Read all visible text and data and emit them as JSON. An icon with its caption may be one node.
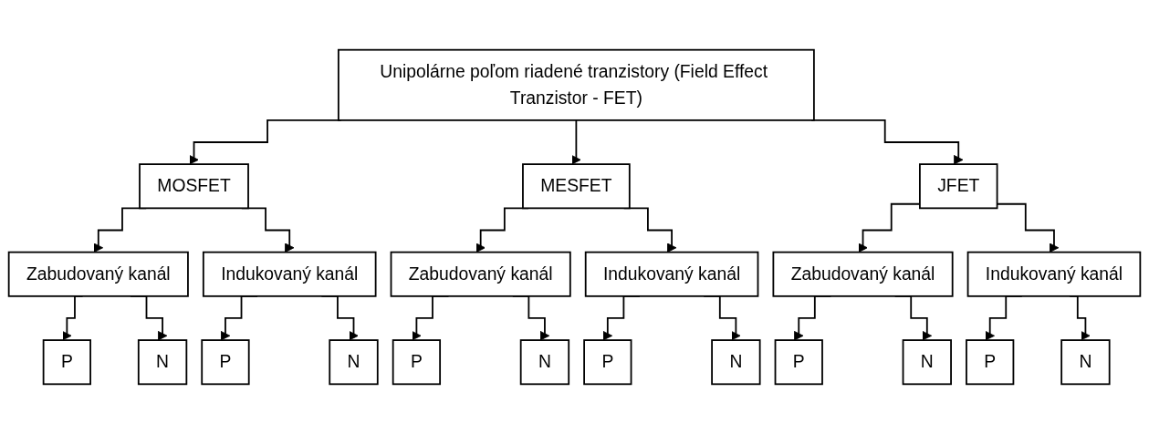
{
  "diagram": {
    "nodes": [
      {
        "text": [
          "Unipolárne poľom riadené tranzistory (Field Effect Tranzistor - FET)"
        ]
      },
      {
        "text": [
          "MOSFET"
        ]
      },
      {
        "text": [
          "MESFET"
        ]
      },
      {
        "text": [
          "JFET"
        ]
      },
      {
        "text": [
          "Zabudovaný kanál"
        ]
      },
      {
        "text": [
          "Indukovaný kanál"
        ]
      },
      {
        "text": [
          "Zabudovaný kanál"
        ]
      },
      {
        "text": [
          "Indukovaný kanál"
        ]
      },
      {
        "text": [
          "Zabudovaný kanál"
        ]
      },
      {
        "text": [
          "Indukovaný kanál"
        ]
      },
      {
        "text": [
          "P"
        ]
      },
      {
        "text": [
          "N"
        ]
      },
      {
        "text": [
          "P"
        ]
      },
      {
        "text": [
          "N"
        ]
      },
      {
        "text": [
          "P"
        ]
      },
      {
        "text": [
          "N"
        ]
      },
      {
        "text": [
          "P"
        ]
      },
      {
        "text": [
          "N"
        ]
      },
      {
        "text": [
          "P"
        ]
      },
      {
        "text": [
          "N"
        ]
      },
      {
        "text": [
          "P"
        ]
      },
      {
        "text": [
          "N"
        ]
      }
    ],
    "edges": [
      {
        "from": 0,
        "to": 1,
        "arrow": "to"
      },
      {
        "from": 0,
        "to": 2,
        "arrow": "to"
      },
      {
        "from": 0,
        "to": 3,
        "arrow": "to"
      },
      {
        "from": 1,
        "to": 4,
        "arrow": "to"
      },
      {
        "from": 1,
        "to": 5,
        "arrow": "to"
      },
      {
        "from": 2,
        "to": 6,
        "arrow": "to"
      },
      {
        "from": 2,
        "to": 7,
        "arrow": "to"
      },
      {
        "from": 3,
        "to": 8,
        "arrow": "to"
      },
      {
        "from": 3,
        "to": 9,
        "arrow": "to"
      },
      {
        "from": 4,
        "to": 10,
        "arrow": "to"
      },
      {
        "from": 4,
        "to": 11,
        "arrow": "to"
      },
      {
        "from": 5,
        "to": 12,
        "arrow": "to"
      },
      {
        "from": 5,
        "to": 13,
        "arrow": "to"
      },
      {
        "from": 6,
        "to": 14,
        "arrow": "to"
      },
      {
        "from": 6,
        "to": 15,
        "arrow": "to"
      },
      {
        "from": 7,
        "to": 16,
        "arrow": "to"
      },
      {
        "from": 7,
        "to": 17,
        "arrow": "to"
      },
      {
        "from": 8,
        "to": 18,
        "arrow": "to"
      },
      {
        "from": 8,
        "to": 19,
        "arrow": "to"
      },
      {
        "from": 9,
        "to": 20,
        "arrow": "to"
      },
      {
        "from": 9,
        "to": 21,
        "arrow": "to"
      }
    ]
  }
}
